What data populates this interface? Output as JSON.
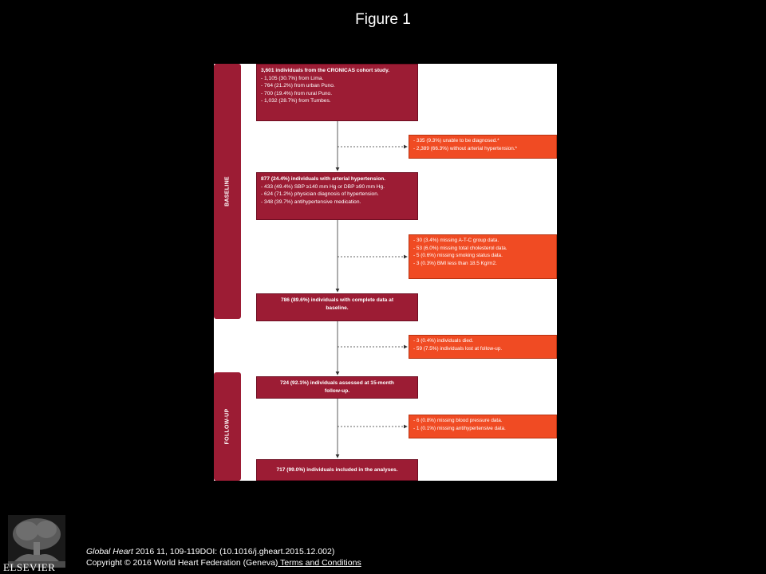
{
  "title": "Figure 1",
  "phases": {
    "baseline": "BASELINE",
    "followup": "FOLLOW-UP"
  },
  "boxes": {
    "b1": {
      "header": "3,601 individuals from the CRONICAS cohort study.",
      "lines": [
        "- 1,105 (30.7%) from Lima.",
        "- 764 (21.2%) from urban Puno.",
        "- 700 (19.4%) from rural Puno.",
        "- 1,032 (28.7%) from Tumbes."
      ]
    },
    "b2": {
      "header": "877 (24.4%) individuals with arterial hypertension.",
      "lines": [
        "- 433 (49.4%) SBP ≥140 mm Hg or DBP ≥90 mm Hg.",
        "- 624 (71.2%) physician diagnosis of hypertension.",
        "- 348 (39.7%) antihypertensive medication."
      ]
    },
    "b3": {
      "line1": "786 (89.6%) individuals with complete data at",
      "line2": "baseline."
    },
    "b4": {
      "line1": "724 (92.1%) individuals assessed at 15-month",
      "line2": "follow-up."
    },
    "b5": {
      "header": "717 (99.0%) individuals included in the analyses."
    }
  },
  "exclusions": {
    "e1": [
      "- 335 (9.3%) unable to be diagnosed.*",
      "- 2,389 (66.3%) without arterial hypertension.*"
    ],
    "e2": [
      "- 30 (3.4%) missing A-T-C group data.",
      "- 53 (6.0%) missing total cholesterol data.",
      "- 5 (0.6%) missing smoking status data.",
      "- 3 (0.3%) BMI less than 18.5 Kg/m2."
    ],
    "e3": [
      "- 3 (0.4%) individuals died.",
      "- 59 (7.5%) individuals lost at follow-up."
    ],
    "e4": [
      "- 6 (0.8%) missing blood pressure data.",
      "- 1 (0.1%) missing antihypertensive data."
    ]
  },
  "footer": {
    "journal": "Global Heart",
    "citation": " 2016 11, 109-119DOI: (10.1016/j.gheart.2015.12.002)",
    "copyright": "Copyright © 2016 World Heart Federation (Geneva)",
    "terms": " Terms and Conditions"
  },
  "logo_text": "ELSEVIER",
  "colors": {
    "box": "#9c1c34",
    "exclusion": "#f04b23"
  }
}
